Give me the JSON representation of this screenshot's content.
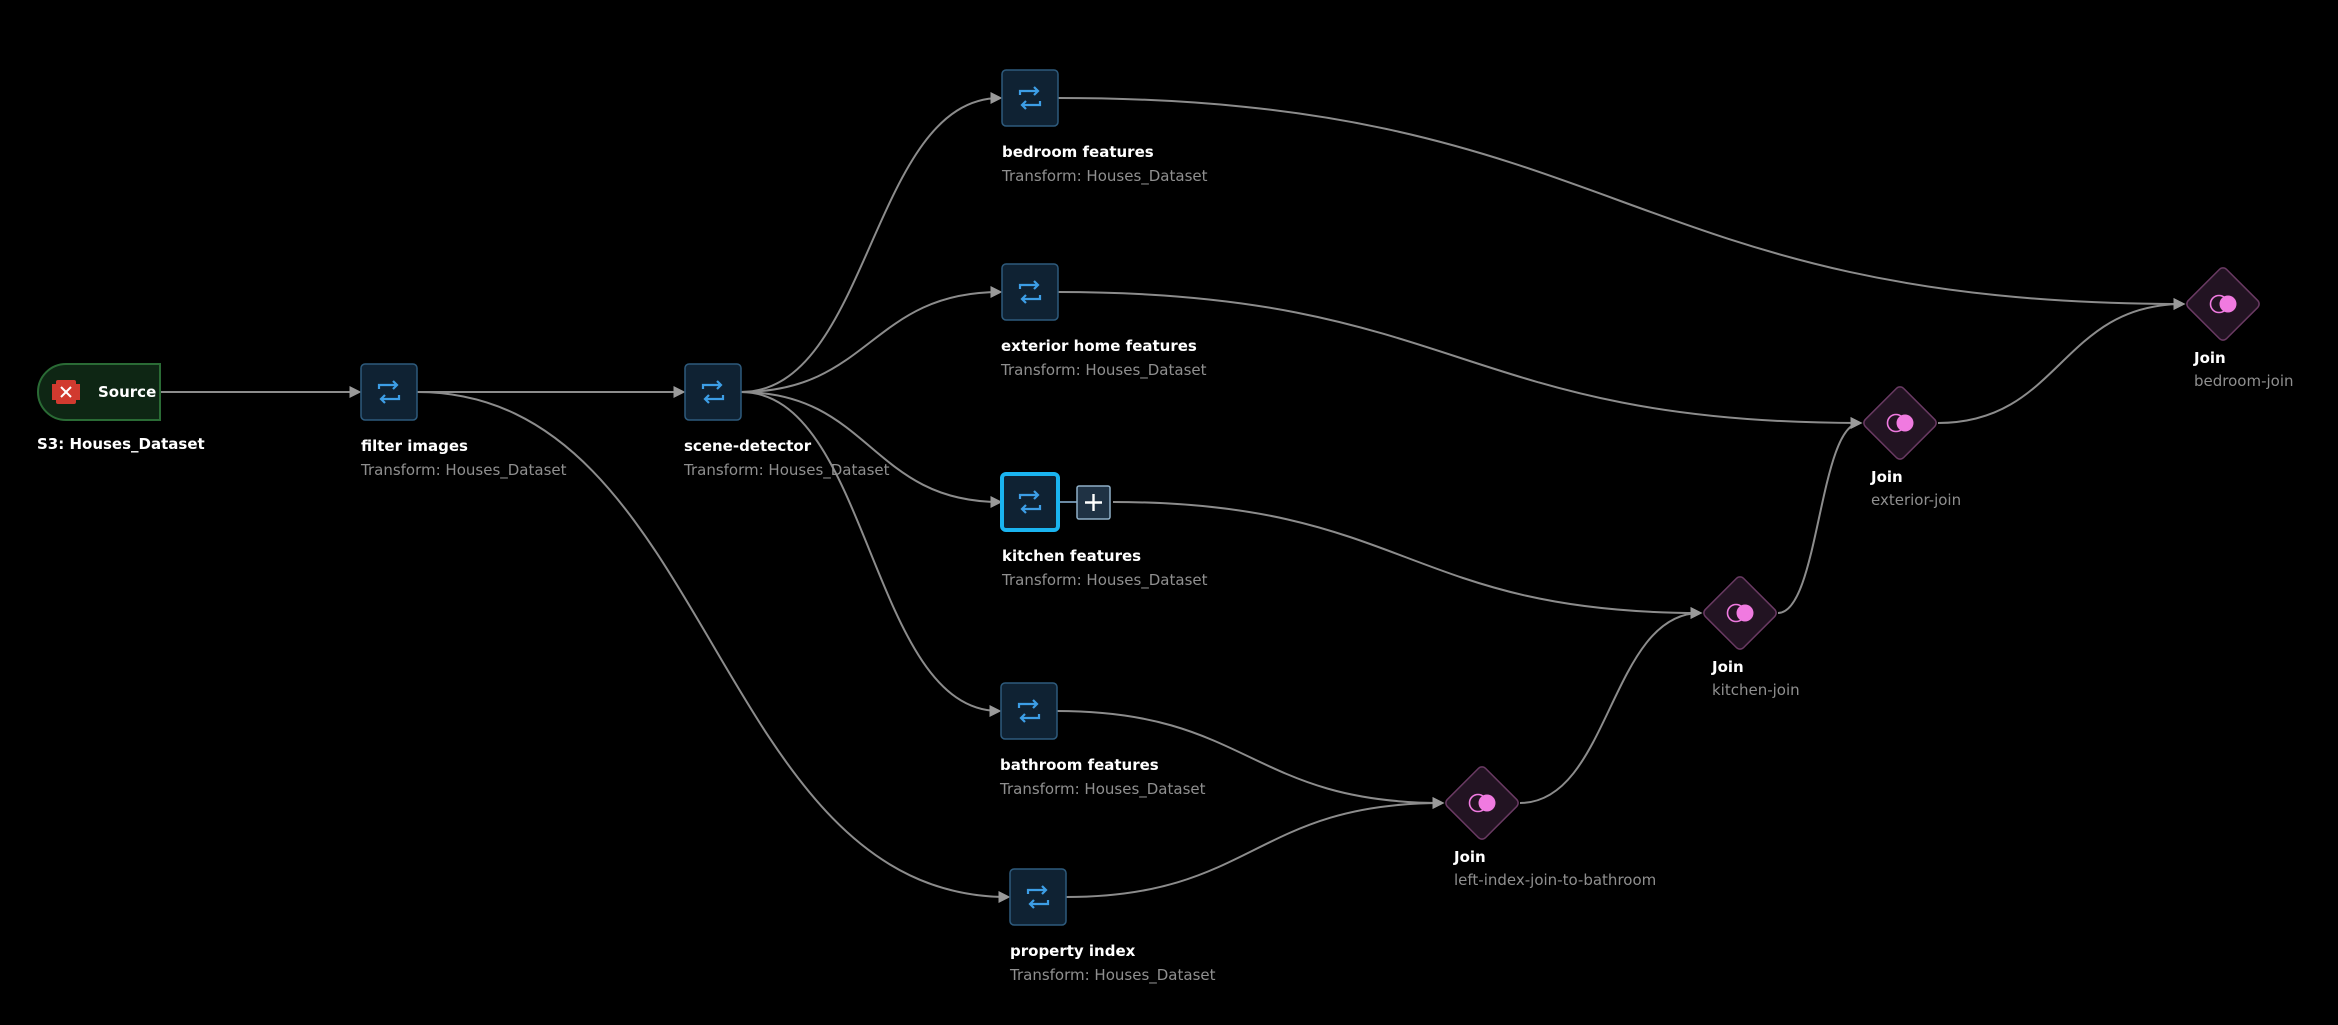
{
  "source": {
    "label": "Source",
    "title": "S3: Houses_Dataset",
    "icon": "s3-bucket-icon"
  },
  "transforms": [
    {
      "id": "filter-images",
      "title": "filter images",
      "subtitle": "Transform: Houses_Dataset",
      "icon": "transform-repeat-icon"
    },
    {
      "id": "scene-detector",
      "title": "scene-detector",
      "subtitle": "Transform: Houses_Dataset",
      "icon": "transform-repeat-icon"
    },
    {
      "id": "bedroom-features",
      "title": "bedroom features",
      "subtitle": "Transform: Houses_Dataset",
      "icon": "transform-repeat-icon"
    },
    {
      "id": "exterior-home-features",
      "title": "exterior home features",
      "subtitle": "Transform: Houses_Dataset",
      "icon": "transform-repeat-icon"
    },
    {
      "id": "kitchen-features",
      "title": "kitchen features",
      "subtitle": "Transform: Houses_Dataset",
      "icon": "transform-repeat-icon",
      "selected": true
    },
    {
      "id": "bathroom-features",
      "title": "bathroom features",
      "subtitle": "Transform: Houses_Dataset",
      "icon": "transform-repeat-icon"
    },
    {
      "id": "property-index",
      "title": "property index",
      "subtitle": "Transform: Houses_Dataset",
      "icon": "transform-repeat-icon"
    }
  ],
  "joins": [
    {
      "id": "left-index-join-to-bathroom",
      "title": "Join",
      "subtitle": "left-index-join-to-bathroom",
      "icon": "join-toggle-icon"
    },
    {
      "id": "kitchen-join",
      "title": "Join",
      "subtitle": "kitchen-join",
      "icon": "join-toggle-icon"
    },
    {
      "id": "exterior-join",
      "title": "Join",
      "subtitle": "exterior-join",
      "icon": "join-toggle-icon"
    },
    {
      "id": "bedroom-join",
      "title": "Join",
      "subtitle": "bedroom-join",
      "icon": "join-toggle-icon"
    }
  ],
  "add_button": {
    "label": "+",
    "icon": "plus-icon"
  },
  "edges": [
    [
      "source",
      "filter-images"
    ],
    [
      "filter-images",
      "scene-detector"
    ],
    [
      "filter-images",
      "property-index"
    ],
    [
      "scene-detector",
      "bedroom-features"
    ],
    [
      "scene-detector",
      "exterior-home-features"
    ],
    [
      "scene-detector",
      "kitchen-features"
    ],
    [
      "scene-detector",
      "bathroom-features"
    ],
    [
      "bathroom-features",
      "left-index-join-to-bathroom"
    ],
    [
      "property-index",
      "left-index-join-to-bathroom"
    ],
    [
      "kitchen-features",
      "kitchen-join"
    ],
    [
      "left-index-join-to-bathroom",
      "kitchen-join"
    ],
    [
      "exterior-home-features",
      "exterior-join"
    ],
    [
      "kitchen-join",
      "exterior-join"
    ],
    [
      "bedroom-features",
      "bedroom-join"
    ],
    [
      "exterior-join",
      "bedroom-join"
    ]
  ],
  "colors": {
    "background": "#000000",
    "edge": "#8c8c8c",
    "transform_fill": "#0f2233",
    "transform_border": "#2e5b7d",
    "transform_icon": "#3d9ee6",
    "selected_border": "#1ab4f0",
    "source_fill": "#0e2614",
    "source_border": "#2a6b35",
    "s3_icon": "#d13a2f",
    "join_fill": "#221322",
    "join_border": "#6a3a63",
    "join_icon": "#f07ae0"
  }
}
